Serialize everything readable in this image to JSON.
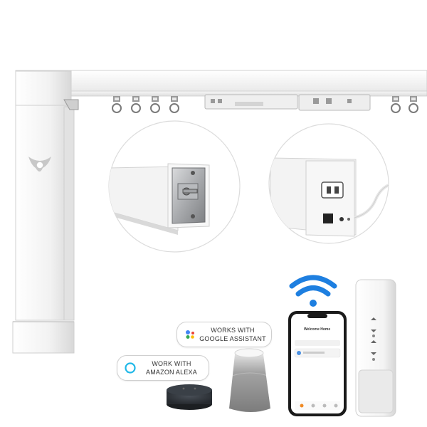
{
  "google_badge": {
    "line1": "WORKS WITH",
    "line2": "GOOGLE ASSISTANT"
  },
  "alexa_badge": {
    "line1": "WORK WITH",
    "line2": "AMAZON ALEXA"
  },
  "phone_screen": {
    "title": "Welcome Home",
    "subtitle": ""
  },
  "colors": {
    "track": "#f6f6f6",
    "track_edge": "#d9d9d9",
    "wifi": "#1e7fe0",
    "speaker_gray": "#9a9a9a",
    "echo_dark": "#2e3338"
  }
}
